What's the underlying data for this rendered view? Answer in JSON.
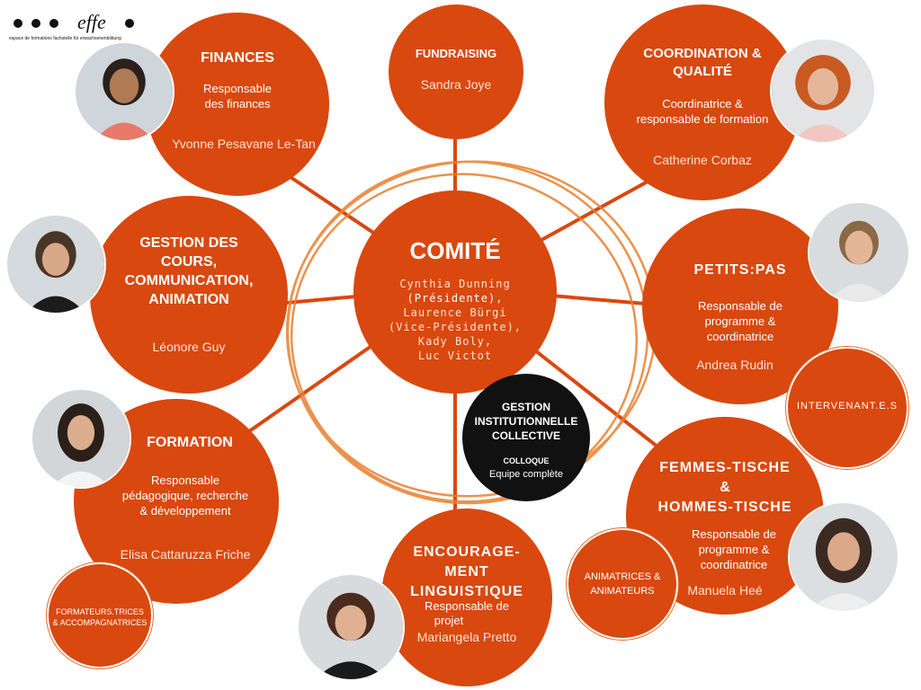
{
  "logo": {
    "text": "effe",
    "tagline": "espace de formations fachstelle für erwachsenenbildung"
  },
  "colors": {
    "accent": "#d9480f",
    "dark": "#111111",
    "ring": "#e8802f"
  },
  "center": {
    "title": "COMITÉ",
    "members": [
      "Cynthia Dunning",
      "(Présidente),",
      "Laurence Bürgi",
      "(Vice-Présidente),",
      "Kady Boly,",
      "Luc Victot"
    ]
  },
  "finances": {
    "title": "FINANCES",
    "role": [
      "Responsable",
      "des finances"
    ],
    "name": "Yvonne Pesavane Le-Tan"
  },
  "fundraising": {
    "title": "FUNDRAISING",
    "name": "Sandra Joye"
  },
  "coordination": {
    "title": [
      "COORDINATION &",
      "QUALITÉ"
    ],
    "role": [
      "Coordinatrice &",
      "responsable de formation"
    ],
    "name": "Catherine Corbaz"
  },
  "cours": {
    "title": [
      "GESTION DES",
      "COURS,",
      "COMMUNICATION,",
      "ANIMATION"
    ],
    "name": "Léonore Guy"
  },
  "petits": {
    "title": "PETITS:PAS",
    "role": [
      "Responsable de",
      "programme &",
      "coordinatrice"
    ],
    "name": "Andrea Rudin"
  },
  "intervenants": {
    "label": "INTERVENANT.E.S"
  },
  "formation": {
    "title": "FORMATION",
    "role": [
      "Responsable",
      "pédagogique, recherche",
      "& développement"
    ],
    "name": "Elisa Cattaruzza Friche"
  },
  "gestion": {
    "title": [
      "GESTION",
      "INSTITUTIONNELLE",
      "COLLECTIVE"
    ],
    "sub": "COLLOQUE",
    "team": "Equipe complète"
  },
  "femmes": {
    "title": [
      "FEMMES-TISCHE",
      "&",
      "HOMMES-TISCHE"
    ],
    "role": [
      "Responsable de",
      "programme &",
      "coordinatrice"
    ],
    "name": "Manuela Heé"
  },
  "encouragement": {
    "title": [
      "ENCOURAGE-",
      "MENT",
      "LINGUISTIQUE"
    ],
    "role": [
      "Responsable de",
      "projet"
    ],
    "name": "Mariangela Pretto"
  },
  "formateurs": {
    "label": [
      "FORMATEURS.TRICES",
      "& ACCOMPAGNATRICES"
    ]
  },
  "animatrices": {
    "label": [
      "ANIMATRICES &",
      "ANIMATEURS"
    ]
  }
}
